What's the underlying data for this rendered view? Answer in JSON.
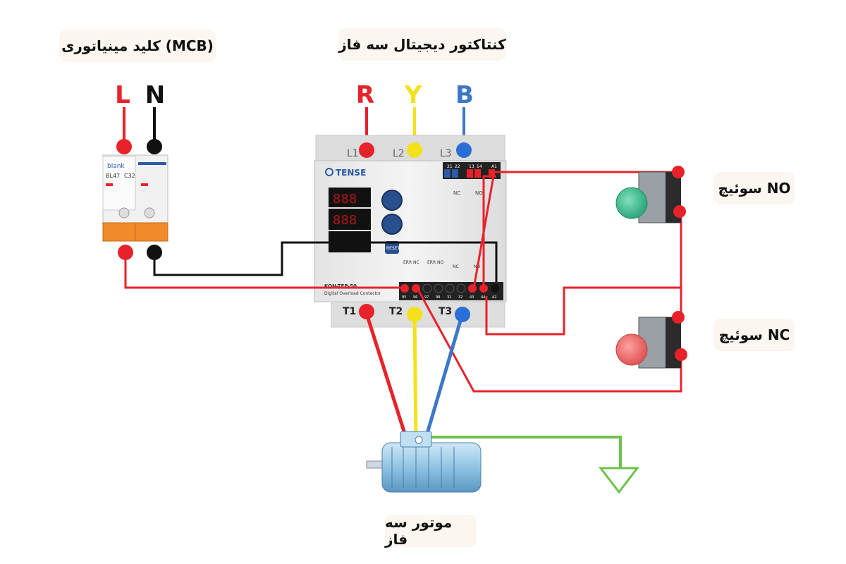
{
  "labels": {
    "mcb_title": "کلید مینیاتوری (MCB)",
    "contactor_title": "کنتاکتور دیجیتال سه فاز",
    "switch_no": "سوئیچ NO",
    "switch_nc": "سوئیچ NC",
    "motor": "موتور سه فاز"
  },
  "mcb": {
    "phase_letters": [
      "L",
      "N"
    ],
    "brand": "blank",
    "model": "BL47",
    "rating": "C32"
  },
  "contactor": {
    "phase_letters": [
      "R",
      "Y",
      "B"
    ],
    "input_terminals": [
      "L1",
      "L2",
      "L3"
    ],
    "output_terminals": [
      "T1",
      "T2",
      "T3"
    ],
    "brand": "TENSE",
    "model": "KON-TEP-50",
    "subtitle": "Digital Overload Contactor",
    "reset_label": "RESET",
    "top_pins": [
      "21",
      "22",
      "13",
      "14",
      "A1"
    ],
    "top_pin_groups": [
      "NC",
      "NO"
    ],
    "bottom_groups": [
      "ERR NC",
      "ERR NO",
      "NC",
      "NO"
    ],
    "bottom_pins": [
      "95",
      "96",
      "97",
      "98",
      "31",
      "32",
      "43",
      "44",
      "A2"
    ]
  },
  "colors": {
    "red": "#e8222a",
    "yellow": "#f3e21a",
    "blue": "#3d78c8",
    "black": "#111111",
    "green": "#6cc24a",
    "no_button": "#3fbf8f",
    "nc_button": "#ef6f6f"
  }
}
